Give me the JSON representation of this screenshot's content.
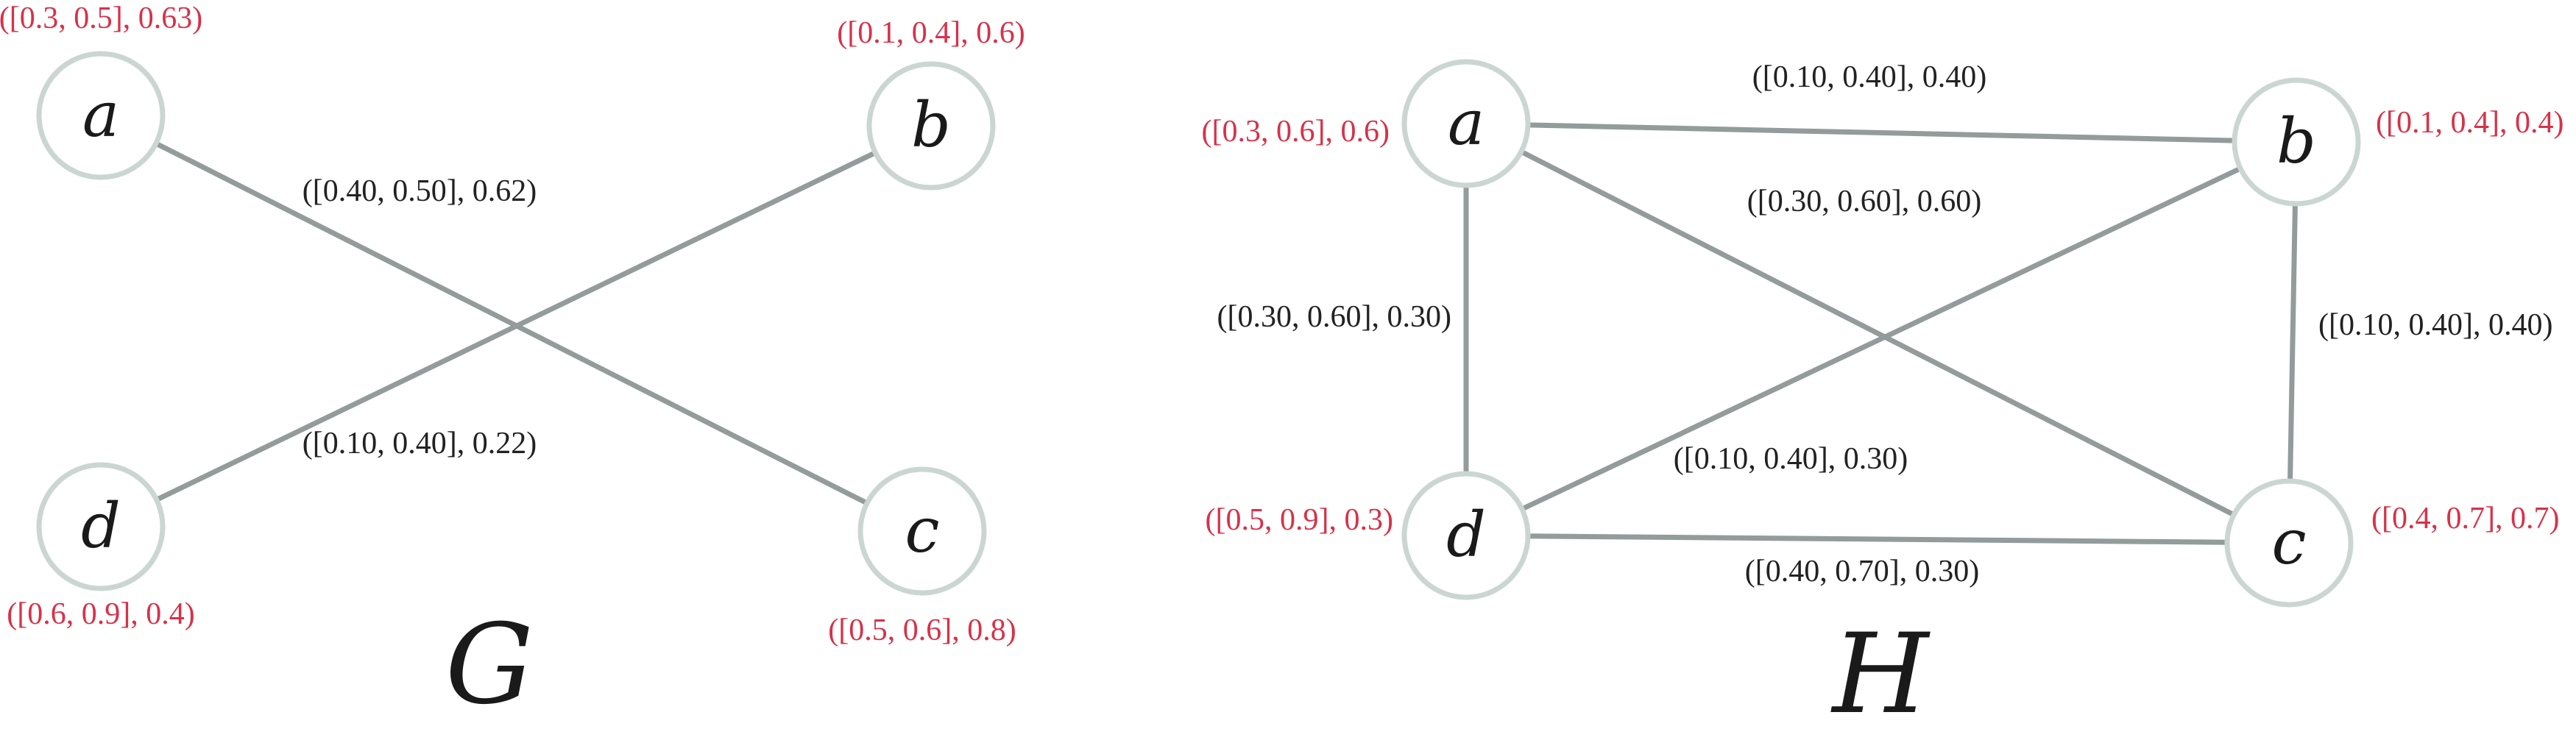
{
  "graphs": [
    {
      "title": "G",
      "nodes": [
        {
          "id": "a",
          "label": "a",
          "attr": "([0.3, 0.5], 0.63)"
        },
        {
          "id": "b",
          "label": "b",
          "attr": "([0.1, 0.4], 0.6)"
        },
        {
          "id": "c",
          "label": "c",
          "attr": "([0.5, 0.6], 0.8)"
        },
        {
          "id": "d",
          "label": "d",
          "attr": "([0.6, 0.9], 0.4)"
        }
      ],
      "edges": [
        {
          "from": "a",
          "to": "c",
          "label": "([0.40, 0.50], 0.62)"
        },
        {
          "from": "d",
          "to": "b",
          "label": "([0.10, 0.40], 0.22)"
        }
      ]
    },
    {
      "title": "H",
      "nodes": [
        {
          "id": "a",
          "label": "a",
          "attr": "([0.3, 0.6], 0.6)"
        },
        {
          "id": "b",
          "label": "b",
          "attr": "([0.1, 0.4], 0.4)"
        },
        {
          "id": "c",
          "label": "c",
          "attr": "([0.4, 0.7], 0.7)"
        },
        {
          "id": "d",
          "label": "d",
          "attr": "([0.5, 0.9], 0.3)"
        }
      ],
      "edges": [
        {
          "from": "a",
          "to": "b",
          "label": "([0.10, 0.40], 0.40)"
        },
        {
          "from": "a",
          "to": "c",
          "label": "([0.30, 0.60], 0.60)"
        },
        {
          "from": "a",
          "to": "d",
          "label": "([0.30, 0.60], 0.30)"
        },
        {
          "from": "b",
          "to": "c",
          "label": "([0.10, 0.40], 0.40)"
        },
        {
          "from": "d",
          "to": "b",
          "label": "([0.10, 0.40], 0.30)"
        },
        {
          "from": "d",
          "to": "c",
          "label": "([0.40, 0.70], 0.30)"
        }
      ]
    }
  ]
}
